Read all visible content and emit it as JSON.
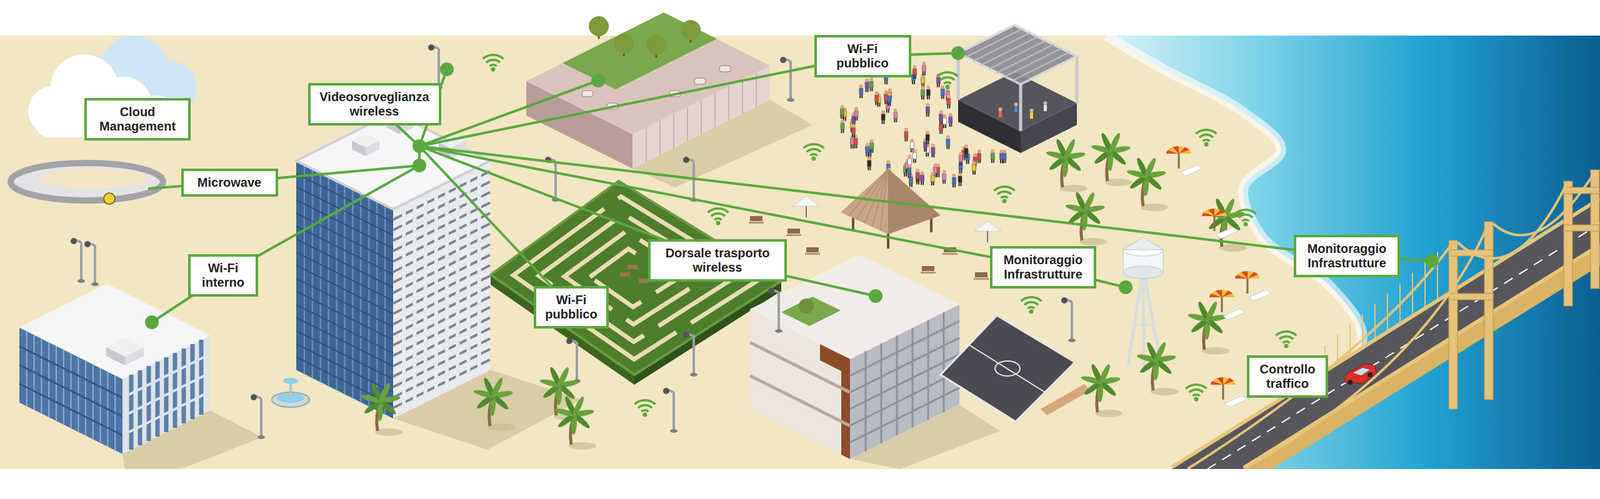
{
  "diagram": {
    "nodes": [
      {
        "text": [
          "Cloud Management"
        ]
      },
      {
        "text": [
          "Videosorveglianza wireless"
        ]
      },
      {
        "text": [
          "Wi-Fi pubblico"
        ]
      },
      {
        "text": [
          "Microwave"
        ]
      },
      {
        "text": [
          "Wi-Fi interno"
        ]
      },
      {
        "text": [
          "Dorsale trasporto wireless"
        ]
      },
      {
        "text": [
          "Wi-Fi pubblico"
        ]
      },
      {
        "text": [
          "Monitoraggio Infrastrutture"
        ]
      },
      {
        "text": [
          "Monitoraggio Infrastrutture"
        ]
      },
      {
        "text": [
          "Controllo traffico"
        ]
      }
    ]
  }
}
